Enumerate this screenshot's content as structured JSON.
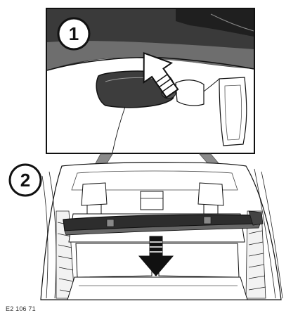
{
  "diagram": {
    "steps": [
      {
        "number": "1"
      },
      {
        "number": "2"
      }
    ],
    "figure_code": "E2 106 71",
    "icons": {
      "push_arrow": "push-up-arrow-icon",
      "pull_arrow": "pull-down-arrow-icon"
    },
    "colors": {
      "line": "#111111",
      "shade_dark": "#2f2f2f",
      "shade_mid": "#8f8f8f",
      "shade_light": "#cfcfcf",
      "background": "#ffffff"
    }
  }
}
